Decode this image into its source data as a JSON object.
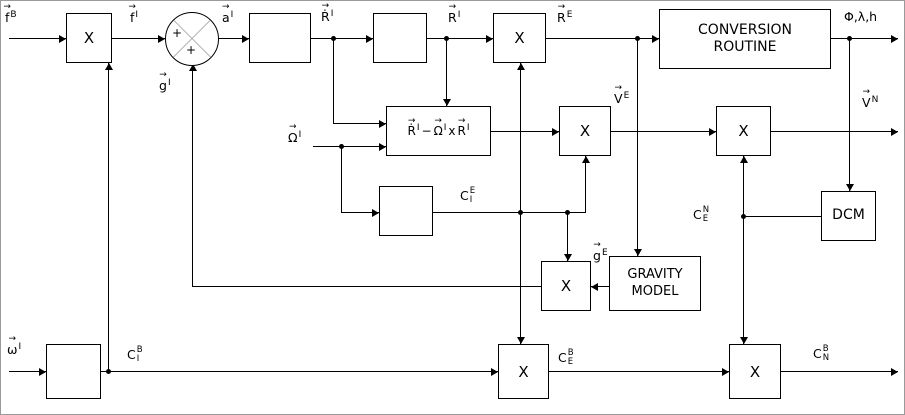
{
  "symbols": {
    "vector_arrow": "→",
    "plus": "+"
  },
  "boxes": {
    "multiplier_label": "X",
    "conversion_routine": {
      "line1": "CONVERSION",
      "line2": "ROUTINE"
    },
    "gravity_model": {
      "line1": "GRAVITY",
      "line2": "MODEL"
    },
    "dcm": {
      "label": "DCM"
    }
  },
  "labels": {
    "f_b": {
      "base": "f",
      "sup": "B"
    },
    "f_i": {
      "base": "f",
      "sup": "I"
    },
    "a_i": {
      "base": "a",
      "sup": "I"
    },
    "r_dot_i": {
      "base": "Ṙ",
      "sup": "I"
    },
    "r_i": {
      "base": "R",
      "sup": "I"
    },
    "r_e": {
      "base": "R",
      "sup": "E"
    },
    "g_i": {
      "base": "g",
      "sup": "I"
    },
    "omega_i": {
      "base": "Ω",
      "sup": "I"
    },
    "v_e": {
      "base": "V",
      "sup": "E"
    },
    "v_n": {
      "base": "V",
      "sup": "N"
    },
    "g_e": {
      "base": "g",
      "sup": "E"
    },
    "w_i": {
      "base": "ω",
      "sup": "I"
    },
    "phi_lambda_h": "Φ,λ,h",
    "c_i_e": {
      "base": "C",
      "sub": "I",
      "sup": "E"
    },
    "c_e_n": {
      "base": "C",
      "sub": "E",
      "sup": "N"
    },
    "c_i_b": {
      "base": "C",
      "sub": "I",
      "sup": "B"
    },
    "c_e_b": {
      "base": "C",
      "sub": "E",
      "sup": "B"
    },
    "c_n_b": {
      "base": "C",
      "sub": "N",
      "sup": "B"
    }
  },
  "formula": {
    "term1": {
      "base": "Ṙ",
      "sup": "I"
    },
    "minus": "−",
    "term2": {
      "base": "Ω",
      "sup": "I"
    },
    "cross": "x",
    "term3": {
      "base": "R",
      "sup": "I"
    }
  }
}
